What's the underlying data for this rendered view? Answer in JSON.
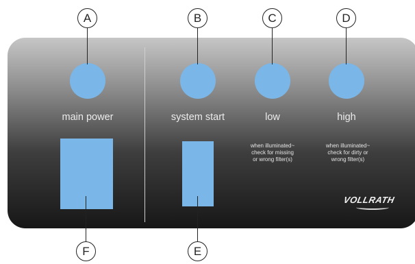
{
  "callouts": {
    "a": "A",
    "b": "B",
    "c": "C",
    "d": "D",
    "e": "E",
    "f": "F"
  },
  "labels": {
    "main_power": "main power",
    "system_start": "system start",
    "low": "low",
    "high": "high"
  },
  "notes": {
    "low": [
      "when  illuminated~",
      "check for missing",
      "or wrong filter(s)"
    ],
    "high": [
      "when  illuminated~",
      "check for dirty or",
      "wrong filter(s)"
    ]
  },
  "brand": "VOLLRATH",
  "colors": {
    "button": "#7ab7e8",
    "panel_top": "#c6c6c6",
    "panel_bottom": "#171717"
  }
}
